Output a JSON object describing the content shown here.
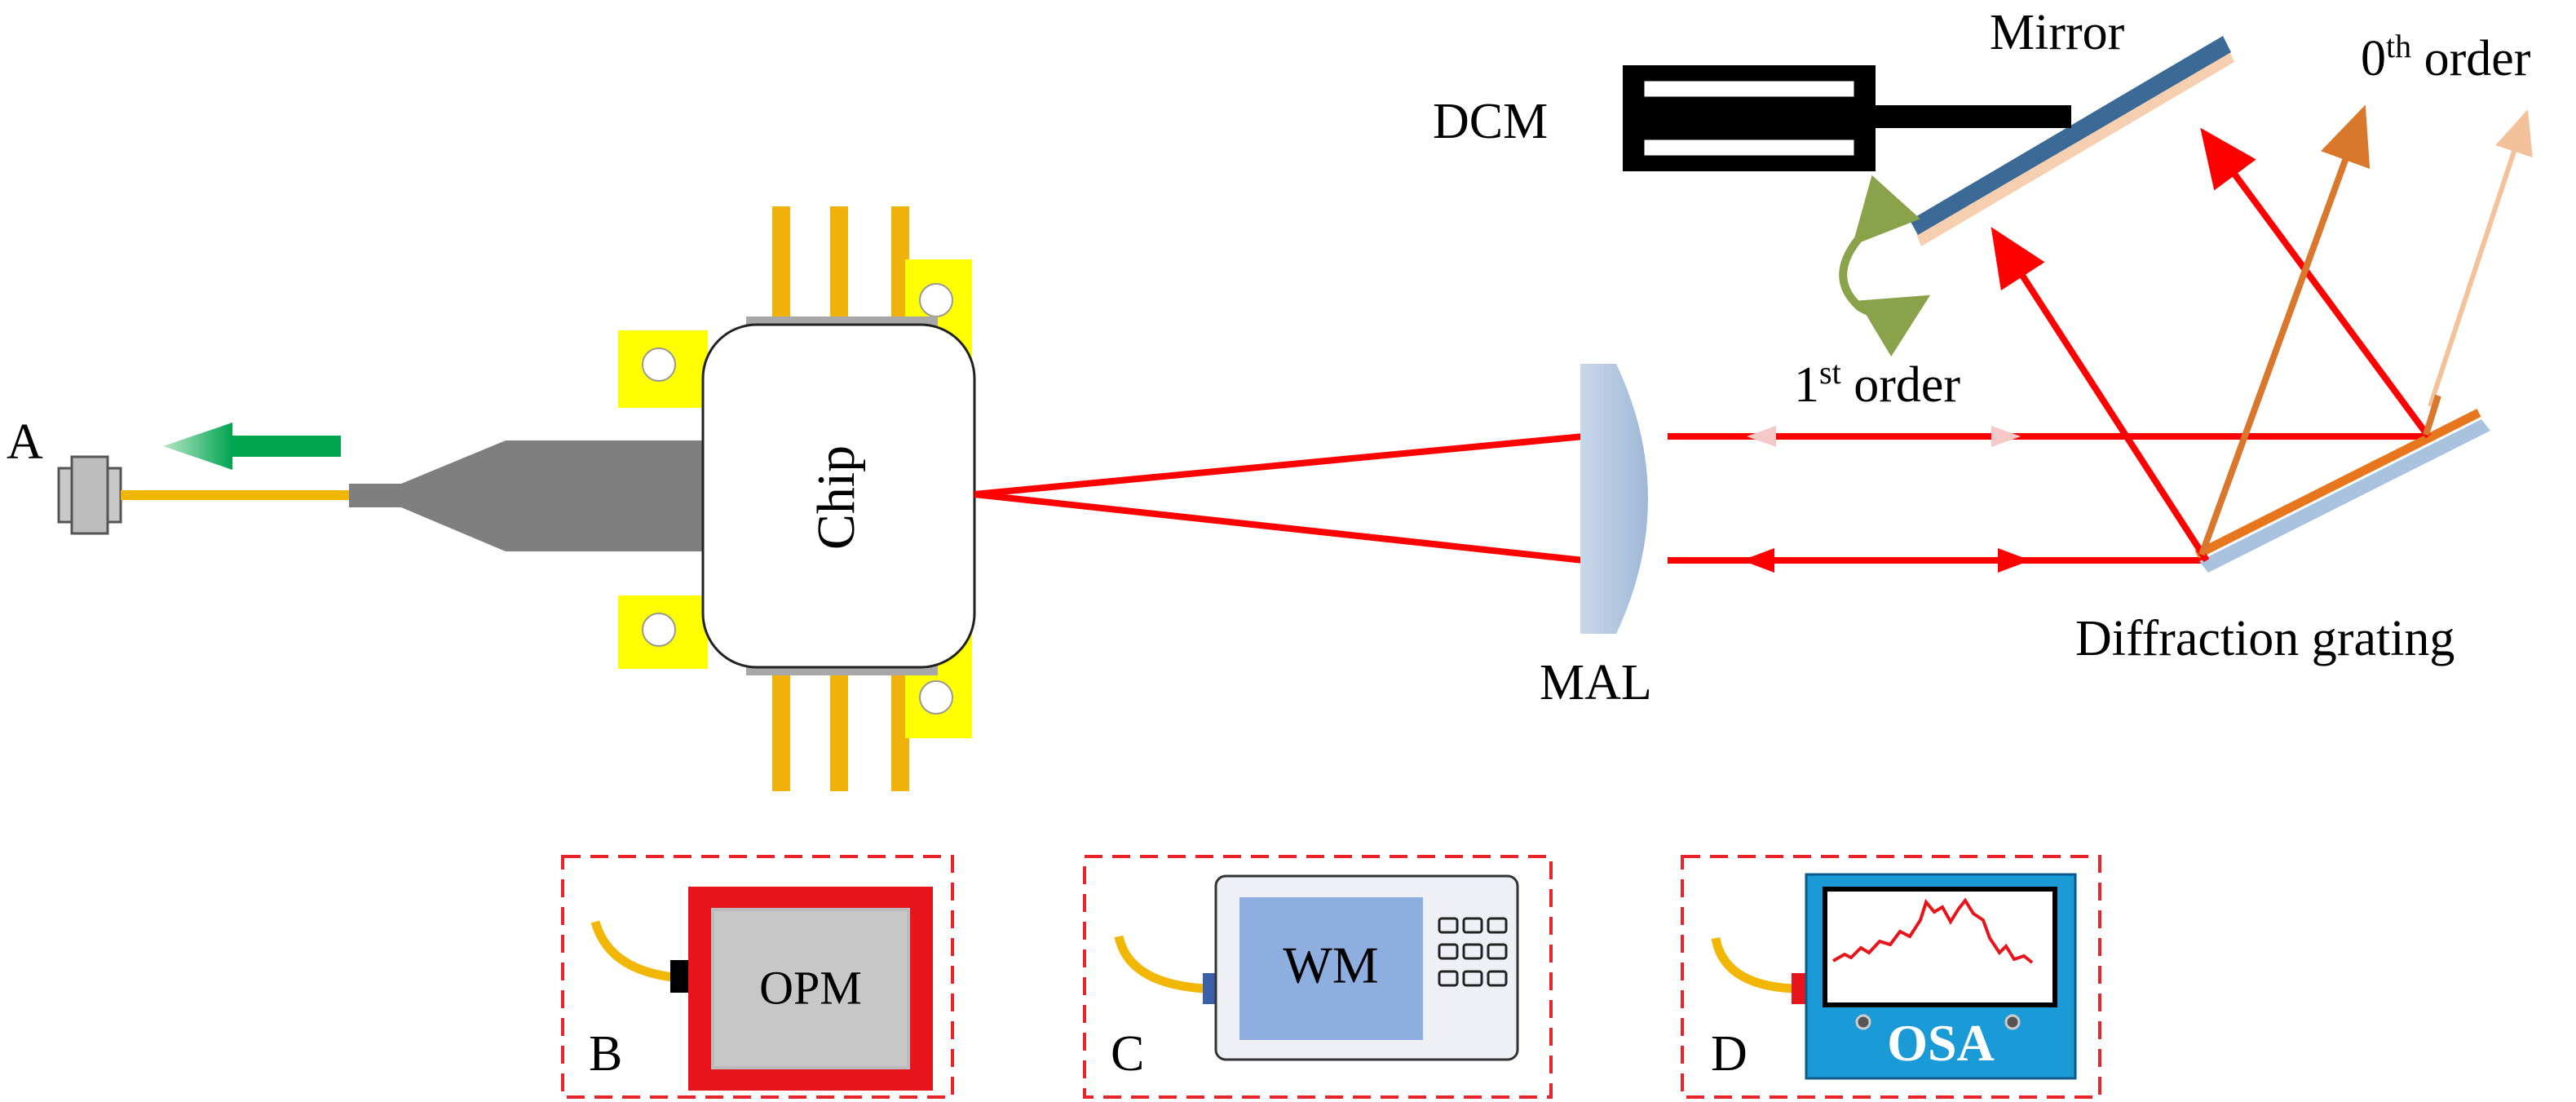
{
  "labels": {
    "port_a": "A",
    "chip": "Chip",
    "mal": "MAL",
    "dcm": "DCM",
    "mirror": "Mirror",
    "first_order_num": "1",
    "first_order_sup": "st",
    "first_order_word": " order",
    "zeroth_order_num": "0",
    "zeroth_order_sup": "th",
    "zeroth_order_word": " order",
    "grating": "Diffraction grating"
  },
  "instruments": {
    "b": {
      "letter": "B",
      "name": "OPM"
    },
    "c": {
      "letter": "C",
      "name": "WM"
    },
    "d": {
      "letter": "D",
      "name": "OSA"
    }
  },
  "colors": {
    "laser_beam": "#ff0000",
    "zeroth_order_beam": "#d9782d",
    "fiber": "#f2b705",
    "gold_pins": "#f0b20a",
    "mount": "#ffff00",
    "mirror": "#3b6a96",
    "grating": "#e7761c",
    "output_arrow": "#00a550",
    "rotation_arrow": "#8aa34a",
    "inset_border": "#e8242a",
    "opm_frame": "#e8141b",
    "wm_screen": "#8eaee0",
    "osa_body": "#1a9ad6"
  },
  "icons": {
    "rotation": "curved-double-arrow-icon",
    "output": "left-arrow-icon"
  }
}
